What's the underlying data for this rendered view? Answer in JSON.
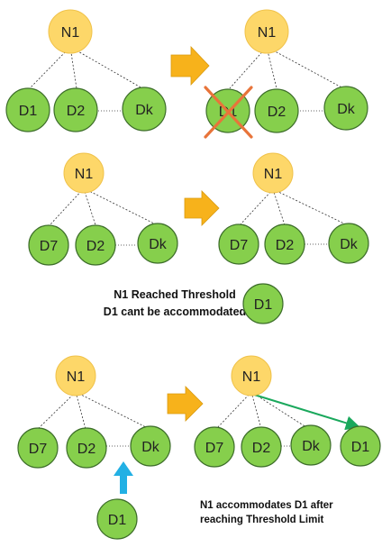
{
  "colors": {
    "parent_fill": "#fdd769",
    "parent_stroke": "#f0c24a",
    "child_fill": "#86cf4c",
    "child_stroke": "#3d6e2a",
    "arrow_fill": "#f7b21b",
    "cross": "#e8743a",
    "green_arrow": "#1aa85c",
    "blue_arrow": "#22b0e4"
  },
  "panel1": {
    "left": {
      "parent": "N1",
      "children": [
        "D1",
        "D2",
        "Dk"
      ]
    },
    "right": {
      "parent": "N1",
      "children": [
        "D1",
        "D2",
        "Dk"
      ],
      "removed": "D1"
    }
  },
  "panel2": {
    "left": {
      "parent": "N1",
      "children": [
        "D7",
        "D2",
        "Dk"
      ]
    },
    "right": {
      "parent": "N1",
      "children": [
        "D7",
        "D2",
        "Dk"
      ]
    },
    "caption_line1": "N1 Reached Threshold",
    "caption_line2": "D1 cant be accommodated",
    "pending_node": "D1"
  },
  "panel3": {
    "left": {
      "parent": "N1",
      "children": [
        "D7",
        "D2",
        "Dk"
      ]
    },
    "right": {
      "parent": "N1",
      "children": [
        "D7",
        "D2",
        "Dk",
        "D1"
      ]
    },
    "incoming_node": "D1",
    "caption_line1": "N1 accommodates D1 after",
    "caption_line2": "reaching Threshold Limit"
  }
}
